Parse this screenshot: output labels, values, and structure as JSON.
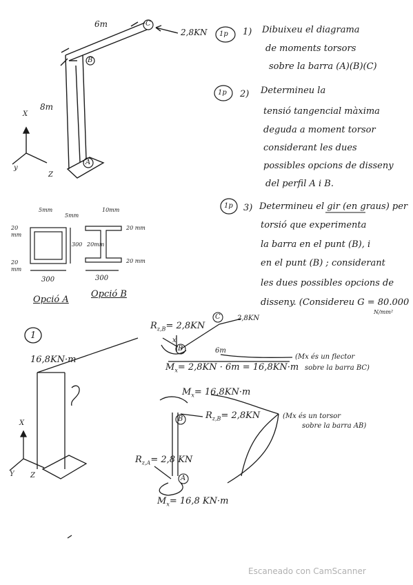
{
  "questions": [
    {
      "tag": "1p",
      "number": "1)",
      "lines": [
        "Dibuixeu el diagrama",
        "de moments torsors",
        "sobre la barra (A)(B)(C)"
      ]
    },
    {
      "tag": "1p",
      "number": "2)",
      "lines": [
        "Determineu la",
        "tensió tangencial màxima",
        "deguda a moment torsor",
        "considerant les dues",
        "possibles opcions de disseny",
        "del perfil A i B."
      ]
    },
    {
      "tag": "1p",
      "number": "3)",
      "lines": [
        "Determineu el gir (en graus) per",
        "torsió que experimenta",
        "la barra en el punt (B), i",
        "en el punt (B) ; considerant",
        "les dues possibles opcions de",
        "disseny. (Considereu G = 80.000"
      ]
    }
  ],
  "q3_units": "N/mm²",
  "fig1": {
    "len_top": "6m",
    "len_vert": "8m",
    "load": "2,8KN",
    "pt_c": "C",
    "pt_b": "B",
    "pt_a": "A",
    "ax_x": "X",
    "ax_y": "y",
    "ax_z": "Z"
  },
  "sections": {
    "a_top": "5mm",
    "b_top": "5mm",
    "b_flange": "10mm",
    "a_t1": "20",
    "a_t1u": "mm",
    "a_t2": "20",
    "a_t2u": "mm",
    "a_h": "300",
    "b_web": "20mm",
    "b_h": "300",
    "b_r1": "20 mm",
    "b_r2": "20 mm",
    "a_w": "300",
    "b_w": "300",
    "a_label": "Opció A",
    "b_label": "Opció B"
  },
  "sol": {
    "tag": "1",
    "m_label": "16,8KN·m",
    "ax_x": "X",
    "ax_y": "Y",
    "ax_z": "Z",
    "r_zb1": "R",
    "r_zb1_sub": "z,B",
    "r_zb1_val": "= 2,8KN",
    "c_pt": "C",
    "c_load": "2,8KN",
    "x_lbl": "x",
    "b_pt": "B",
    "len": "6m",
    "mx_eq": "= 2,8KN · 6m = 16,8KN·m",
    "mx_note1": "(Mx és un flector",
    "mx_note2": "sobre la barra BC)",
    "mx2": "= 16,8KN·m",
    "r_zb2": "= 2,8KN",
    "mx_tor1": "(Mx és un torsor",
    "mx_tor2": "sobre la barra AB)",
    "r_za": "= 2,8 KN",
    "a_pt": "A",
    "mx3": "= 16,8 KN·m",
    "mx": "M",
    "mx_sub": "x"
  },
  "footer": "Escaneado con CamScanner"
}
